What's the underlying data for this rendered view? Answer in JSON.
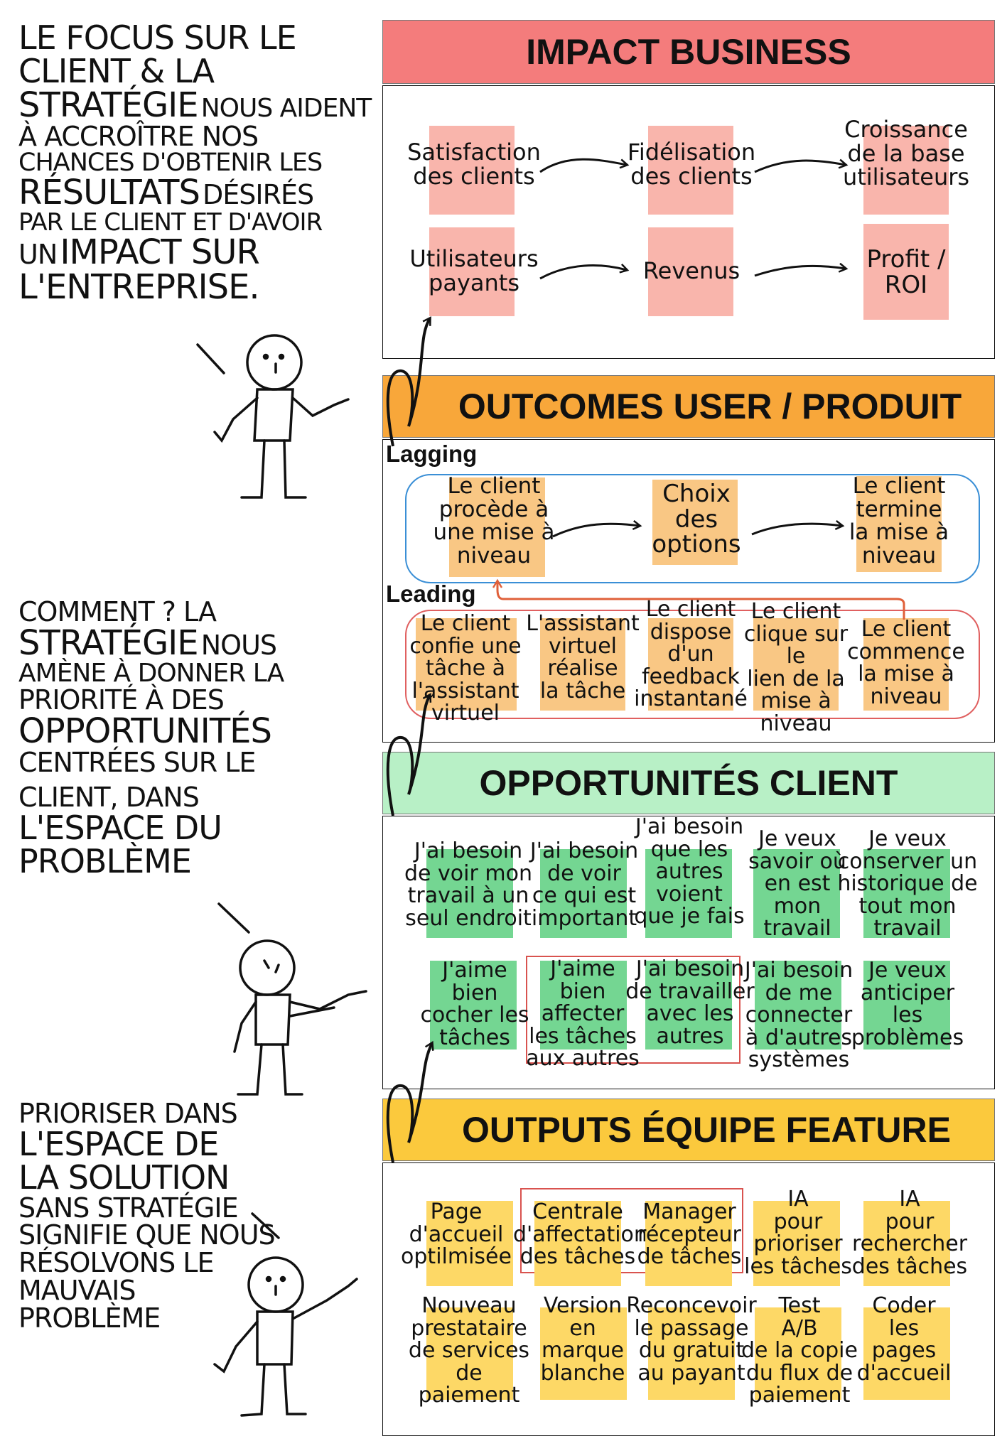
{
  "narrative": {
    "top": [
      "LE FOCUS SUR LE",
      "CLIENT & LA",
      "STRATÉGIE",
      "NOUS AIDENT",
      "À ACCROÎTRE NOS",
      "CHANCES D'OBTENIR LES",
      "RÉSULTATS",
      "DÉSIRÉS",
      "PAR LE CLIENT ET D'AVOIR",
      "UN",
      "IMPACT SUR",
      "L'ENTREPRISE."
    ],
    "middle": [
      "COMMENT ? LA",
      "STRATÉGIE",
      "NOUS",
      "AMÈNE À DONNER LA",
      "PRIORITÉ À DES",
      "OPPORTUNITÉS",
      "CENTRÉES SUR LE",
      "CLIENT, DANS",
      "L'ESPACE DU",
      "PROBLÈME"
    ],
    "bottom": [
      "PRIORISER DANS",
      "L'ESPACE DE",
      "LA SOLUTION",
      "SANS STRATÉGIE",
      "SIGNIFIE QUE NOUS",
      "RÉSOLVONS LE",
      "MAUVAIS",
      "PROBLÈME"
    ]
  },
  "sections": {
    "impact": {
      "title": "IMPACT BUSINESS",
      "color": "#f47c7c",
      "note_color": "#f9b5ac",
      "notes": [
        "Satisfaction\ndes clients",
        "Fidélisation\ndes clients",
        "Croissance\nde la base\nutilisateurs",
        "Utilisateurs\npayants",
        "Revenus",
        "Profit /\nROI"
      ]
    },
    "outcomes": {
      "title": "OUTCOMES USER / PRODUIT",
      "color": "#f8a73a",
      "note_color": "#f9c784",
      "lagging_label": "Lagging",
      "leading_label": "Leading",
      "lagging_notes": [
        "Le client\nprocède à\nune mise à\nniveau",
        "Choix\ndes\noptions",
        "Le client\ntermine\nla mise à\nniveau"
      ],
      "leading_notes": [
        "Le client\nconfie une\ntâche à\nl'assistant\nvirtuel",
        "L'assistant\nvirtuel\nréalise\nla tâche",
        "Le client\ndispose\nd'un\nfeedback\ninstantané",
        "Le client\nclique sur le\nlien de la\nmise à\nniveau",
        "Le client\ncommence\nla mise à\nniveau"
      ],
      "lagging_box_color": "#3a8fd6",
      "leading_box_color": "#e06060"
    },
    "opportunities": {
      "title": "OPPORTUNITÉS CLIENT",
      "color": "#b8f0c6",
      "note_color": "#74d692",
      "notes_row1": [
        "J'ai besoin\nde voir mon\ntravail à un\nseul endroit",
        "J'ai besoin\nde voir\nce qui est\nimportant",
        "J'ai besoin\nque les\nautres\nvoient\nque je fais",
        "Je veux\nsavoir où\nen est\nmon\ntravail",
        "Je veux\nconserver un\nhistorique de\ntout mon\ntravail"
      ],
      "notes_row2": [
        "J'aime\nbien\ncocher les\ntâches",
        "J'aime\nbien\naffecter\nles tâches\naux autres",
        "J'ai besoin\nde travailler\navec les\nautres",
        "J'ai besoin\nde me\nconnecter\nà d'autres\nsystèmes",
        "Je veux\nanticiper\nles\nproblèmes"
      ]
    },
    "outputs": {
      "title": "OUTPUTS ÉQUIPE FEATURE",
      "color": "#fbc93d",
      "note_color": "#fdd866",
      "notes_row1": [
        "Page\nd'accueil\noptilmisée",
        "Centrale\nd'affectation\ndes tâches",
        "Manager\nrécepteur\nde tâches",
        "IA\npour\nprioriser\nles tâches",
        "IA\npour\nrechercher\ndes tâches"
      ],
      "notes_row2": [
        "Nouveau\nprestataire\nde services\nde paiement",
        "Version\nen\nmarque\nblanche",
        "Reconcevoir\nle passage\ndu gratuit\nau payant",
        "Test\nA/B\nde la copie\ndu flux de\npaiement",
        "Coder\nles\npages\nd'accueil"
      ]
    }
  }
}
